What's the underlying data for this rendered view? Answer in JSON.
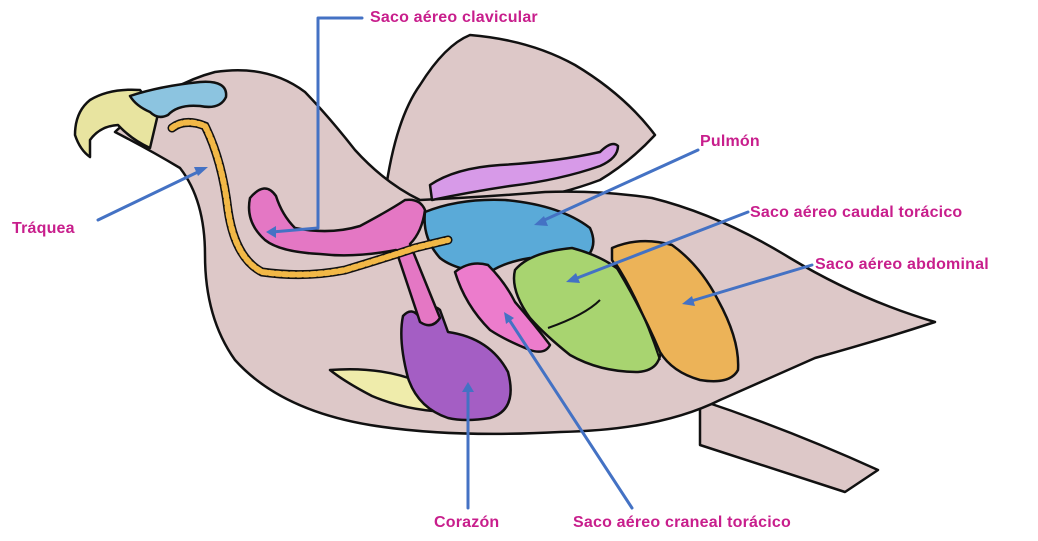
{
  "labels": {
    "saco_clavicular": "Saco aéreo clavicular",
    "pulmon": "Pulmón",
    "saco_caudal_toracico": "Saco aéreo caudal torácico",
    "saco_abdominal": "Saco aéreo abdominal",
    "traquea": "Tráquea",
    "corazon": "Corazón",
    "saco_craneal_toracico": "Saco aéreo craneal torácico"
  },
  "colors": {
    "label_text": "#c81e8c",
    "leader_line": "#4472c4",
    "body": "#ddc8c8",
    "beak": "#e8e4a0",
    "nasal": "#8cc4e0",
    "lung": "#5aaad8",
    "clavicular_sac": "#e477c4",
    "cranial_thoracic_sac": "#ec7ccc",
    "caudal_thoracic_sac": "#a8d470",
    "abdominal_sac": "#ecb358",
    "heart": "#a45ec4",
    "trachea": "#f2b847",
    "yellow_organ": "#efecab",
    "wing_sac": "#d79ae8"
  }
}
